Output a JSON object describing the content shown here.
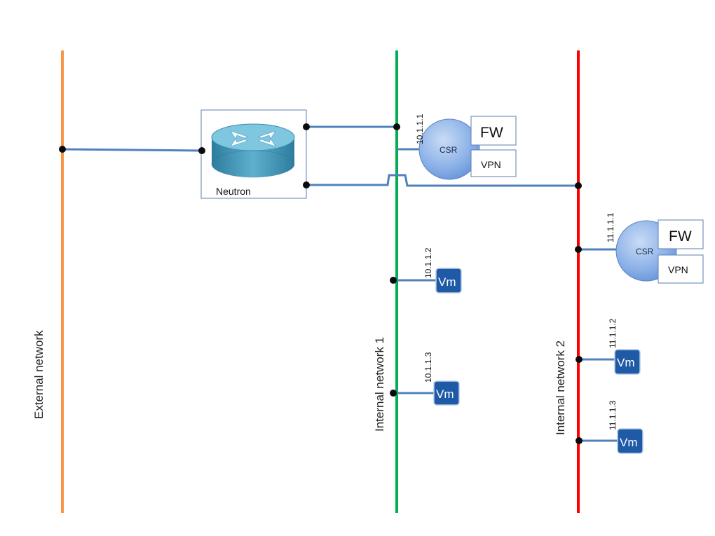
{
  "networks": {
    "external": {
      "label": "External network",
      "color": "#f79646"
    },
    "internal1": {
      "label": "Internal network 1",
      "color": "#00b050"
    },
    "internal2": {
      "label": "Internal network 2",
      "color": "#ff0000"
    }
  },
  "router": {
    "label": "Neutron",
    "icon": "router-icon"
  },
  "csr1": {
    "ip": "10.1.1.1",
    "label": "CSR",
    "fw": "FW",
    "vpn": "VPN"
  },
  "csr2": {
    "ip": "11.1.1.1",
    "label": "CSR",
    "fw": "FW",
    "vpn": "VPN"
  },
  "vms": [
    {
      "ip": "10.1.1.2",
      "label": "Vm"
    },
    {
      "ip": "10.1.1.3",
      "label": "Vm"
    },
    {
      "ip": "11.1.1.2",
      "label": "Vm"
    },
    {
      "ip": "11.1.1.3",
      "label": "Vm"
    }
  ]
}
